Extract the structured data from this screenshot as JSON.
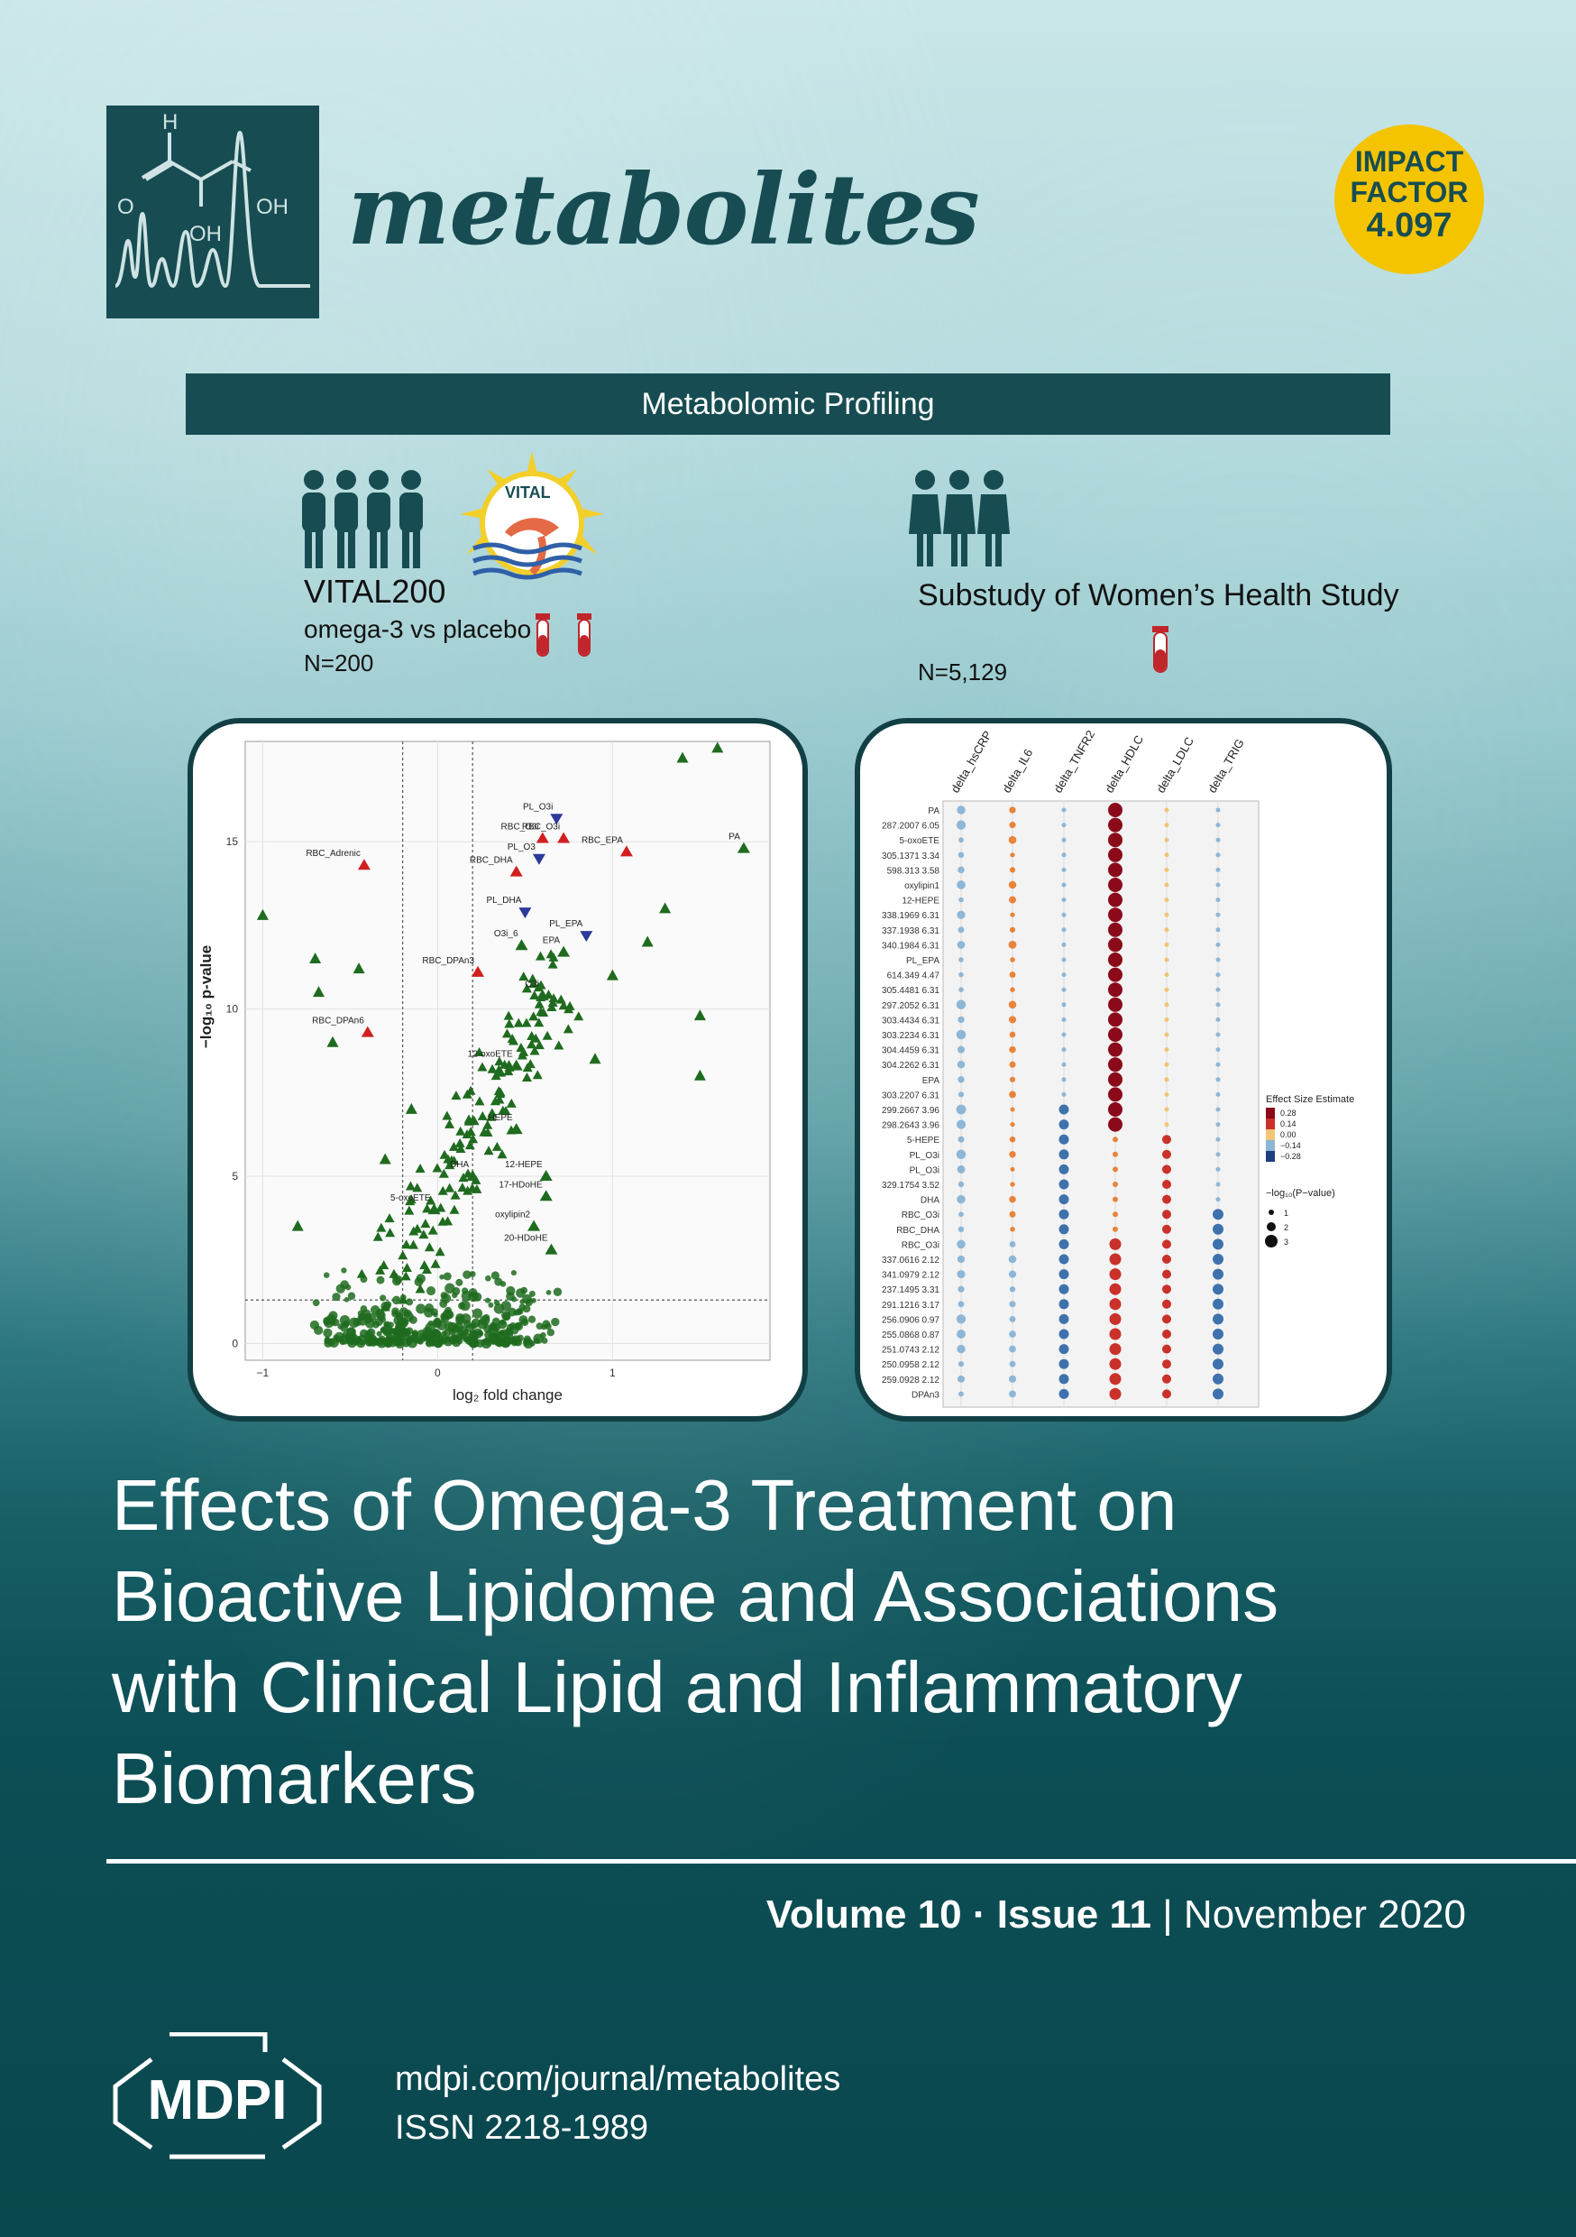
{
  "journal": {
    "name": "metabolites",
    "logo_labels": {
      "h": "H",
      "o": "O",
      "oh_right": "OH",
      "oh_bottom": "OH"
    },
    "impact_factor": {
      "line1": "IMPACT",
      "line2": "FACTOR",
      "value": "4.097"
    }
  },
  "section": "Metabolomic Profiling",
  "studies": {
    "vital": {
      "logo_text": "VITAL",
      "name": "VITAL200",
      "arm": "omega-3  vs placebo",
      "n": "N=200"
    },
    "whs": {
      "name": "Substudy of Women’s Health Study",
      "n": "N=5,129"
    }
  },
  "colors": {
    "teal_dark": "#174d52",
    "impact_yellow": "#f5c400",
    "sig_green": "#1f6b1f",
    "sig_red": "#d11f1f",
    "sig_blue": "#2c3a9a"
  },
  "chart_data": [
    {
      "type": "scatter",
      "title": "",
      "xlabel": "log₂ fold change",
      "ylabel": "−log₁₀ p-value",
      "xlim": [
        -1.1,
        1.9
      ],
      "ylim": [
        -0.5,
        18
      ],
      "xticks": [
        "−1",
        "0",
        "1"
      ],
      "yticks": [
        "0",
        "5",
        "10",
        "15"
      ],
      "vlines": [
        -0.2,
        0.2
      ],
      "hline": 1.3,
      "grid": true,
      "labeled_points": [
        {
          "label": "PL_O3i",
          "x": 0.68,
          "y": 15.7,
          "color": "blue"
        },
        {
          "label": "RBC_O3i",
          "x": 0.6,
          "y": 15.1,
          "color": "red"
        },
        {
          "label": "RBC_O3i",
          "x": 0.72,
          "y": 15.1,
          "color": "red"
        },
        {
          "label": "RBC_EPA",
          "x": 1.08,
          "y": 14.7,
          "color": "red"
        },
        {
          "label": "PA",
          "x": 1.75,
          "y": 14.8,
          "color": "green"
        },
        {
          "label": "RBC_Adrenic",
          "x": -0.42,
          "y": 14.3,
          "color": "red"
        },
        {
          "label": "RBC_DHA",
          "x": 0.45,
          "y": 14.1,
          "color": "red"
        },
        {
          "label": "PL_O3",
          "x": 0.58,
          "y": 14.5,
          "color": "blue"
        },
        {
          "label": "PL_DHA",
          "x": 0.5,
          "y": 12.9,
          "color": "blue"
        },
        {
          "label": "PL_EPA",
          "x": 0.85,
          "y": 12.2,
          "color": "blue"
        },
        {
          "label": "EPA",
          "x": 0.72,
          "y": 11.7,
          "color": "green"
        },
        {
          "label": "O3i_6",
          "x": 0.48,
          "y": 11.9,
          "color": "green"
        },
        {
          "label": "RBC_DPAn3",
          "x": 0.23,
          "y": 11.1,
          "color": "red"
        },
        {
          "label": "O3i",
          "x": 0.6,
          "y": 10.4,
          "color": "green"
        },
        {
          "label": "RBC_DPAn6",
          "x": -0.4,
          "y": 9.3,
          "color": "red"
        },
        {
          "label": "12-oxoETE",
          "x": 0.45,
          "y": 8.3,
          "color": "green"
        },
        {
          "label": "HEPE",
          "x": 0.45,
          "y": 6.4,
          "color": "green"
        },
        {
          "label": "DHA",
          "x": 0.2,
          "y": 5.0,
          "color": "green"
        },
        {
          "label": "12-HEPE",
          "x": 0.62,
          "y": 5.0,
          "color": "green"
        },
        {
          "label": "5-oxoETE",
          "x": -0.02,
          "y": 4.0,
          "color": "green"
        },
        {
          "label": "17-HDoHE",
          "x": 0.62,
          "y": 4.4,
          "color": "green"
        },
        {
          "label": "oxylipin2",
          "x": 0.55,
          "y": 3.5,
          "color": "green"
        },
        {
          "label": "20-HDoHE",
          "x": 0.65,
          "y": 2.8,
          "color": "green"
        }
      ],
      "extra_points": [
        {
          "x": -1.0,
          "y": 12.8
        },
        {
          "x": -0.7,
          "y": 11.5
        },
        {
          "x": -0.68,
          "y": 10.5
        },
        {
          "x": -0.45,
          "y": 11.2
        },
        {
          "x": -0.6,
          "y": 9.0
        },
        {
          "x": 1.4,
          "y": 17.5
        },
        {
          "x": 1.6,
          "y": 17.8
        },
        {
          "x": 1.3,
          "y": 13.0
        },
        {
          "x": 1.2,
          "y": 12.0
        },
        {
          "x": 1.0,
          "y": 11.0
        },
        {
          "x": 1.5,
          "y": 9.8
        },
        {
          "x": 1.5,
          "y": 8.0
        },
        {
          "x": 0.9,
          "y": 8.5
        },
        {
          "x": -0.15,
          "y": 7.0
        },
        {
          "x": -0.3,
          "y": 5.5
        },
        {
          "x": -0.8,
          "y": 3.5
        }
      ]
    },
    {
      "type": "heatmap",
      "title": "",
      "columns": [
        "delta_hsCRP",
        "delta_IL6",
        "delta_TNFR2",
        "delta_HDLC",
        "delta_LDLC",
        "delta_TRIG"
      ],
      "rows": [
        "PA",
        "287.2007  6.05",
        "5-oxoETE",
        "305.1371  3.34",
        "598.313  3.58",
        "oxylipin1",
        "12-HEPE",
        "338.1969  6.31",
        "337.1938  6.31",
        "340.1984  6.31",
        "PL_EPA",
        "614.349  4.47",
        "305.4481  6.31",
        "297.2052  6.31",
        "303.4434  6.31",
        "303.2234  6.31",
        "304.4459  6.31",
        "304.2262  6.31",
        "EPA",
        "303.2207  6.31",
        "299.2667  3.96",
        "298.2643  3.96",
        "5-HEPE",
        "PL_O3i",
        "PL_O3i",
        "329.1754  3.52",
        "DHA",
        "RBC_O3i",
        "RBC_DHA",
        "RBC_O3i",
        "337.0616  2.12",
        "341.0979  2.12",
        "237.1495  3.31",
        "291.1216  3.17",
        "256.0906  0.97",
        "255.0868  0.87",
        "251.0743  2.12",
        "250.0958  2.12",
        "259.0928  2.12",
        "DPAn3"
      ],
      "legend_title": "Effect Size Estimate",
      "legend_ticks": [
        "0.28",
        "0.14",
        "0.00",
        "−0.14",
        "−0.28"
      ],
      "size_legend_title": "−log₁₀(P−value)",
      "size_legend_ticks": [
        "1",
        "2",
        "3"
      ]
    }
  ],
  "headline": {
    "lines": [
      "Effects of Omega-3 Treatment on",
      "Bioactive Lipidome and Associations",
      "with Clinical Lipid and Inflammatory",
      "Biomarkers"
    ]
  },
  "issue": {
    "volume": "Volume 10",
    "dot": " · ",
    "issue": "Issue 11",
    "sep": " | ",
    "date": "November 2020"
  },
  "publisher": {
    "name": "MDPI",
    "url": "mdpi.com/journal/metabolites",
    "issn": "ISSN 2218-1989"
  }
}
